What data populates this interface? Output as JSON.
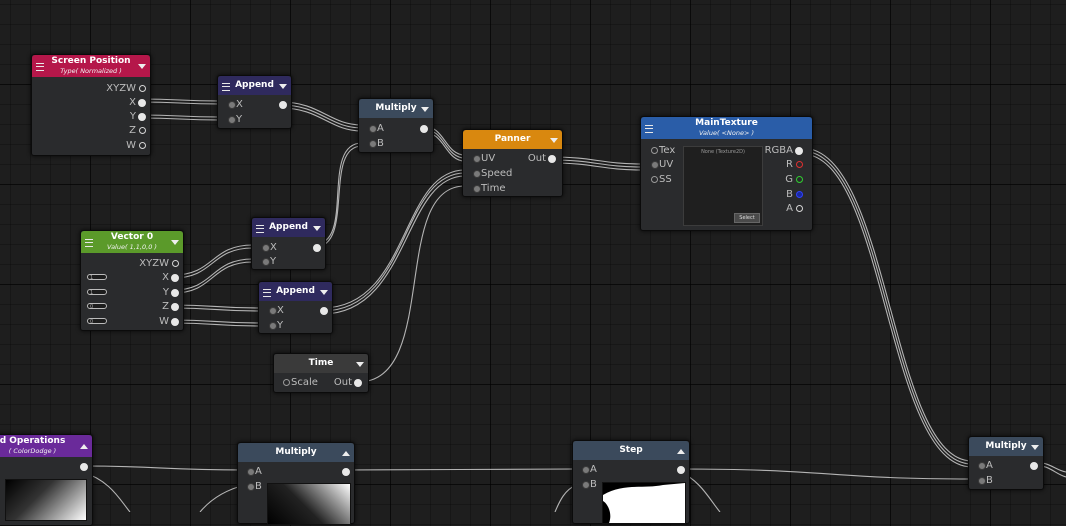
{
  "colors": {
    "screen_position": "#b5174a",
    "append": "#2f2a5e",
    "multiply": "#3b4a5c",
    "panner": "#d9880f",
    "main_texture": "#2a5da8",
    "vector0": "#5b9a2a",
    "time": "#3a3a3a",
    "blend": "#6a2a9a",
    "step": "#3b4a5c"
  },
  "nodes": {
    "screen_position": {
      "title": "Screen Position",
      "subtitle": "Type( Normalized )",
      "outputs": [
        "XYZW",
        "X",
        "Y",
        "Z",
        "W"
      ]
    },
    "append1": {
      "title": "Append",
      "inputs": [
        "X",
        "Y"
      ]
    },
    "multiply1": {
      "title": "Multiply",
      "inputs": [
        "A",
        "B"
      ]
    },
    "panner": {
      "title": "Panner",
      "inputs": [
        "UV",
        "Speed",
        "Time"
      ],
      "output": "Out"
    },
    "main_texture": {
      "title": "MainTexture",
      "subtitle": "Value( <None> )",
      "inputs": [
        "Tex",
        "UV",
        "SS"
      ],
      "outputs": [
        "RGBA",
        "R",
        "G",
        "B",
        "A"
      ],
      "tex_label": "None (Texture2D)",
      "select_label": "Select"
    },
    "vector0": {
      "title": "Vector 0",
      "subtitle": "Value( 1,1,0,0 )",
      "outputs": [
        "XYZW",
        "X",
        "Y",
        "Z",
        "W"
      ],
      "fields": [
        "1",
        "1",
        "0",
        "0"
      ]
    },
    "append2": {
      "title": "Append",
      "inputs": [
        "X",
        "Y"
      ]
    },
    "append3": {
      "title": "Append",
      "inputs": [
        "X",
        "Y"
      ]
    },
    "time": {
      "title": "Time",
      "input": "Scale",
      "output": "Out"
    },
    "blend": {
      "title": "d Operations",
      "subtitle": "( ColorDodge )"
    },
    "multiply2": {
      "title": "Multiply",
      "inputs": [
        "A",
        "B"
      ]
    },
    "step": {
      "title": "Step",
      "inputs": [
        "A",
        "B"
      ]
    },
    "multiply3": {
      "title": "Multiply",
      "inputs": [
        "A",
        "B"
      ]
    }
  }
}
